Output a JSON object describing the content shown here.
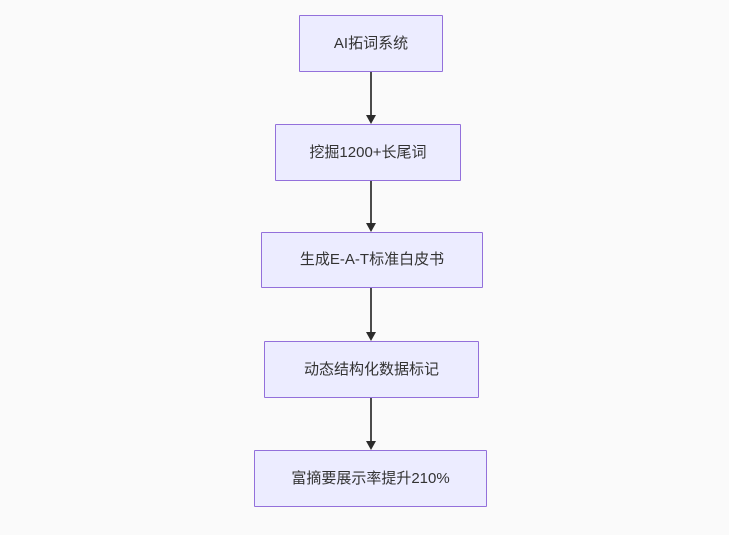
{
  "diagram": {
    "type": "flowchart",
    "direction": "top-down",
    "nodes": [
      {
        "id": "A",
        "label": "AI拓词系统"
      },
      {
        "id": "B",
        "label": "挖掘1200+长尾词"
      },
      {
        "id": "C",
        "label": "生成E-A-T标准白皮书"
      },
      {
        "id": "D",
        "label": "动态结构化数据标记"
      },
      {
        "id": "E",
        "label": "富摘要展示率提升210%"
      }
    ],
    "edges": [
      {
        "from": "A",
        "to": "B",
        "label": ""
      },
      {
        "from": "B",
        "to": "C",
        "label": ""
      },
      {
        "from": "C",
        "to": "D",
        "label": ""
      },
      {
        "from": "D",
        "to": "E",
        "label": ""
      }
    ],
    "colors": {
      "background": "#fafafa",
      "node_fill": "#ececff",
      "node_border": "#9370db",
      "node_text": "#333333",
      "arrow": "#333333"
    }
  }
}
